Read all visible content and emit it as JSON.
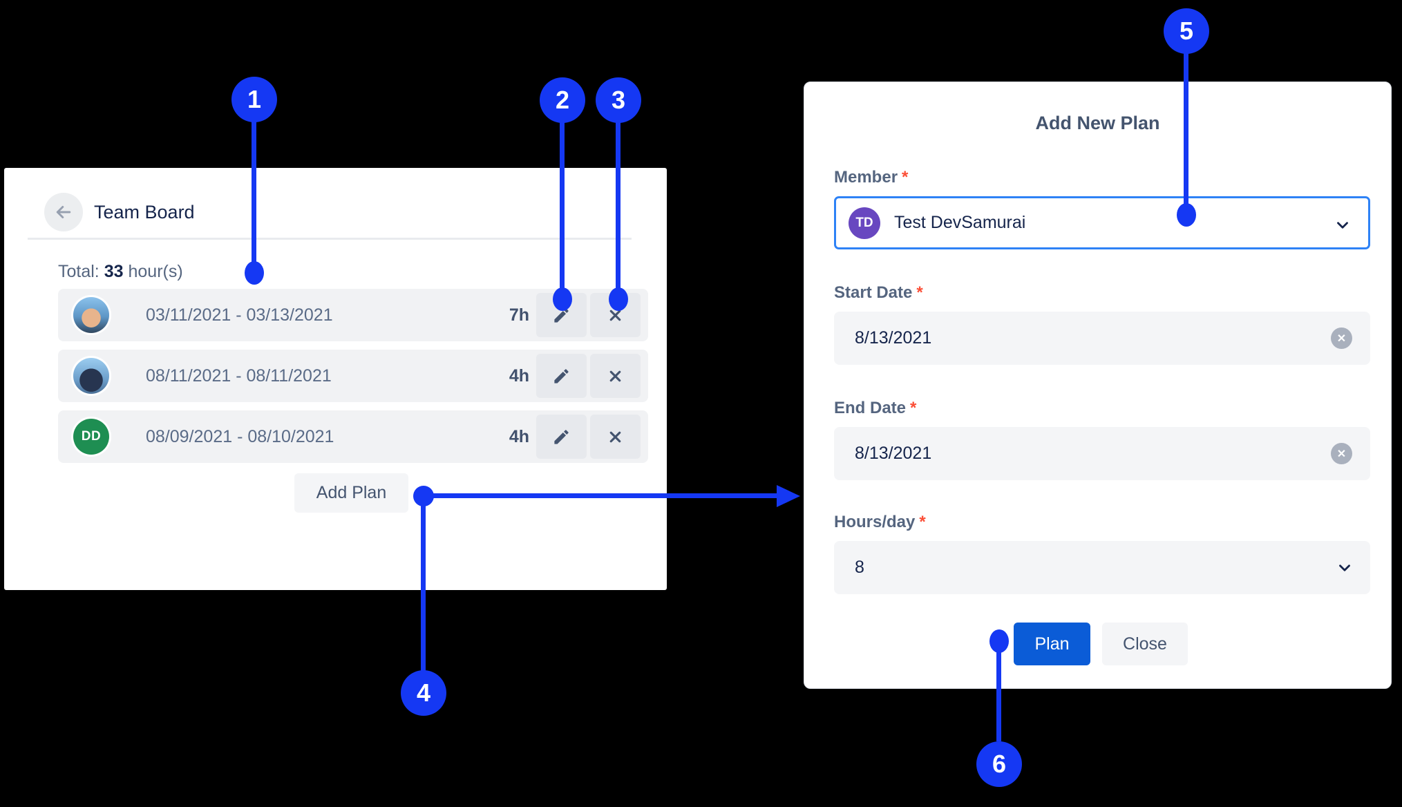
{
  "colors": {
    "annotation_blue": "#1538f3",
    "primary_button_blue": "#0b5cd7",
    "member_focus_border_blue": "#2e82f6",
    "avatar_purple": "#6847c0",
    "avatar_green": "#1e8e52",
    "required_red": "#fb4e36",
    "row_background": "#f1f2f4",
    "input_background": "#f4f5f7",
    "text_dark": "#15244b",
    "text_muted": "#55657f"
  },
  "team_board": {
    "title": "Team Board",
    "total_prefix": "Total:",
    "total_value": "33",
    "total_suffix": "hour(s)",
    "rows": [
      {
        "dates": "03/11/2021 - 03/13/2021",
        "hours": "7h",
        "initials": ""
      },
      {
        "dates": "08/11/2021 - 08/11/2021",
        "hours": "4h",
        "initials": ""
      },
      {
        "dates": "08/09/2021 - 08/10/2021",
        "hours": "4h",
        "initials": "DD"
      }
    ],
    "add_plan_label": "Add Plan"
  },
  "add_plan_form": {
    "title": "Add New Plan",
    "required_marker": "*",
    "member_label": "Member",
    "member_initials": "TD",
    "member_value": "Test DevSamurai",
    "start_date_label": "Start Date",
    "start_date_value": "8/13/2021",
    "end_date_label": "End Date",
    "end_date_value": "8/13/2021",
    "hours_label": "Hours/day",
    "hours_value": "8",
    "clear_glyph": "✕",
    "plan_button": "Plan",
    "close_button": "Close"
  },
  "annotations": [
    "1",
    "2",
    "3",
    "4",
    "5",
    "6"
  ]
}
